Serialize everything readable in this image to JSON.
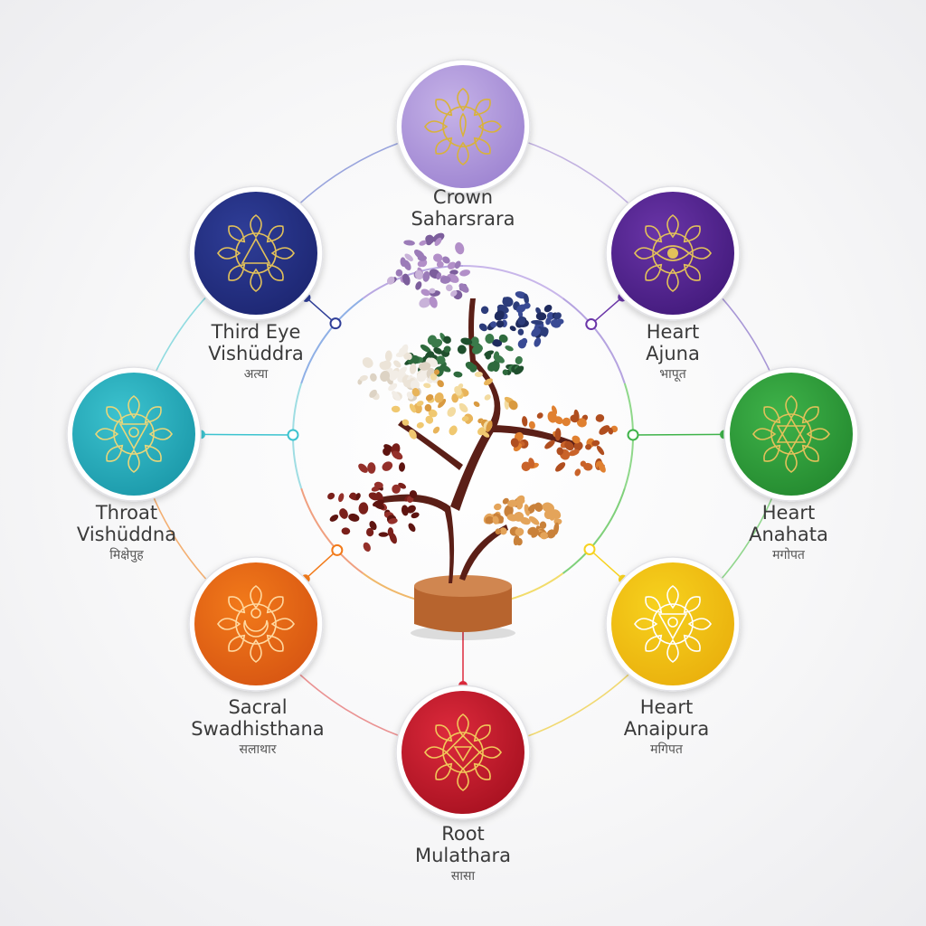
{
  "chakras": [
    {
      "id": "crown",
      "name": "Crown",
      "sanskrit": "Saharsrara",
      "script": "",
      "color": "#c6b3e8",
      "color_dark": "#9c82d0",
      "symbol": "lotus",
      "symbol_color": "#d9b23a"
    },
    {
      "id": "ajuna",
      "name": "Heart",
      "sanskrit": "Ajuna",
      "script": "भापूत",
      "color": "#6a35a8",
      "color_dark": "#41197a",
      "symbol": "eye",
      "symbol_color": "#e2c15a"
    },
    {
      "id": "anahata",
      "name": "Heart",
      "sanskrit": "Anahata",
      "script": "मगोपत",
      "color": "#3fb34a",
      "color_dark": "#23882e",
      "symbol": "star",
      "symbol_color": "#e2c15a"
    },
    {
      "id": "anaipura",
      "name": "Heart",
      "sanskrit": "Anaipura",
      "script": "मगिपत",
      "color": "#f7d21e",
      "color_dark": "#e9ae0c",
      "symbol": "triangle-down",
      "symbol_color": "#ffffff"
    },
    {
      "id": "root",
      "name": "Root",
      "sanskrit": "Mulathara",
      "script": "सासा",
      "color": "#dd2a3c",
      "color_dark": "#a5101f",
      "symbol": "square",
      "symbol_color": "#f1c75a"
    },
    {
      "id": "sacral",
      "name": "Sacral",
      "sanskrit": "Swadhisthana",
      "script": "सलाथार",
      "color": "#f27a1a",
      "color_dark": "#d65412",
      "symbol": "moon",
      "symbol_color": "#ffd8a0"
    },
    {
      "id": "throat",
      "name": "Throat",
      "sanskrit": "Vishüddna",
      "script": "मिक्षेपुह",
      "color": "#3cc3cf",
      "color_dark": "#1a97a8",
      "symbol": "triangle-down",
      "symbol_color": "#e9d67a"
    },
    {
      "id": "third-eye",
      "name": "Third Eye",
      "sanskrit": "Vishüddra",
      "script": "अत्या",
      "color": "#2f3e98",
      "color_dark": "#1c2570",
      "symbol": "triangle-up",
      "symbol_color": "#e2c15a"
    }
  ],
  "ring_colors": [
    "#b8a6dc",
    "#9a86d0",
    "#7fd07a",
    "#f0d45a",
    "#e88080",
    "#f2a25a",
    "#7ed6dc",
    "#8a96d8"
  ]
}
